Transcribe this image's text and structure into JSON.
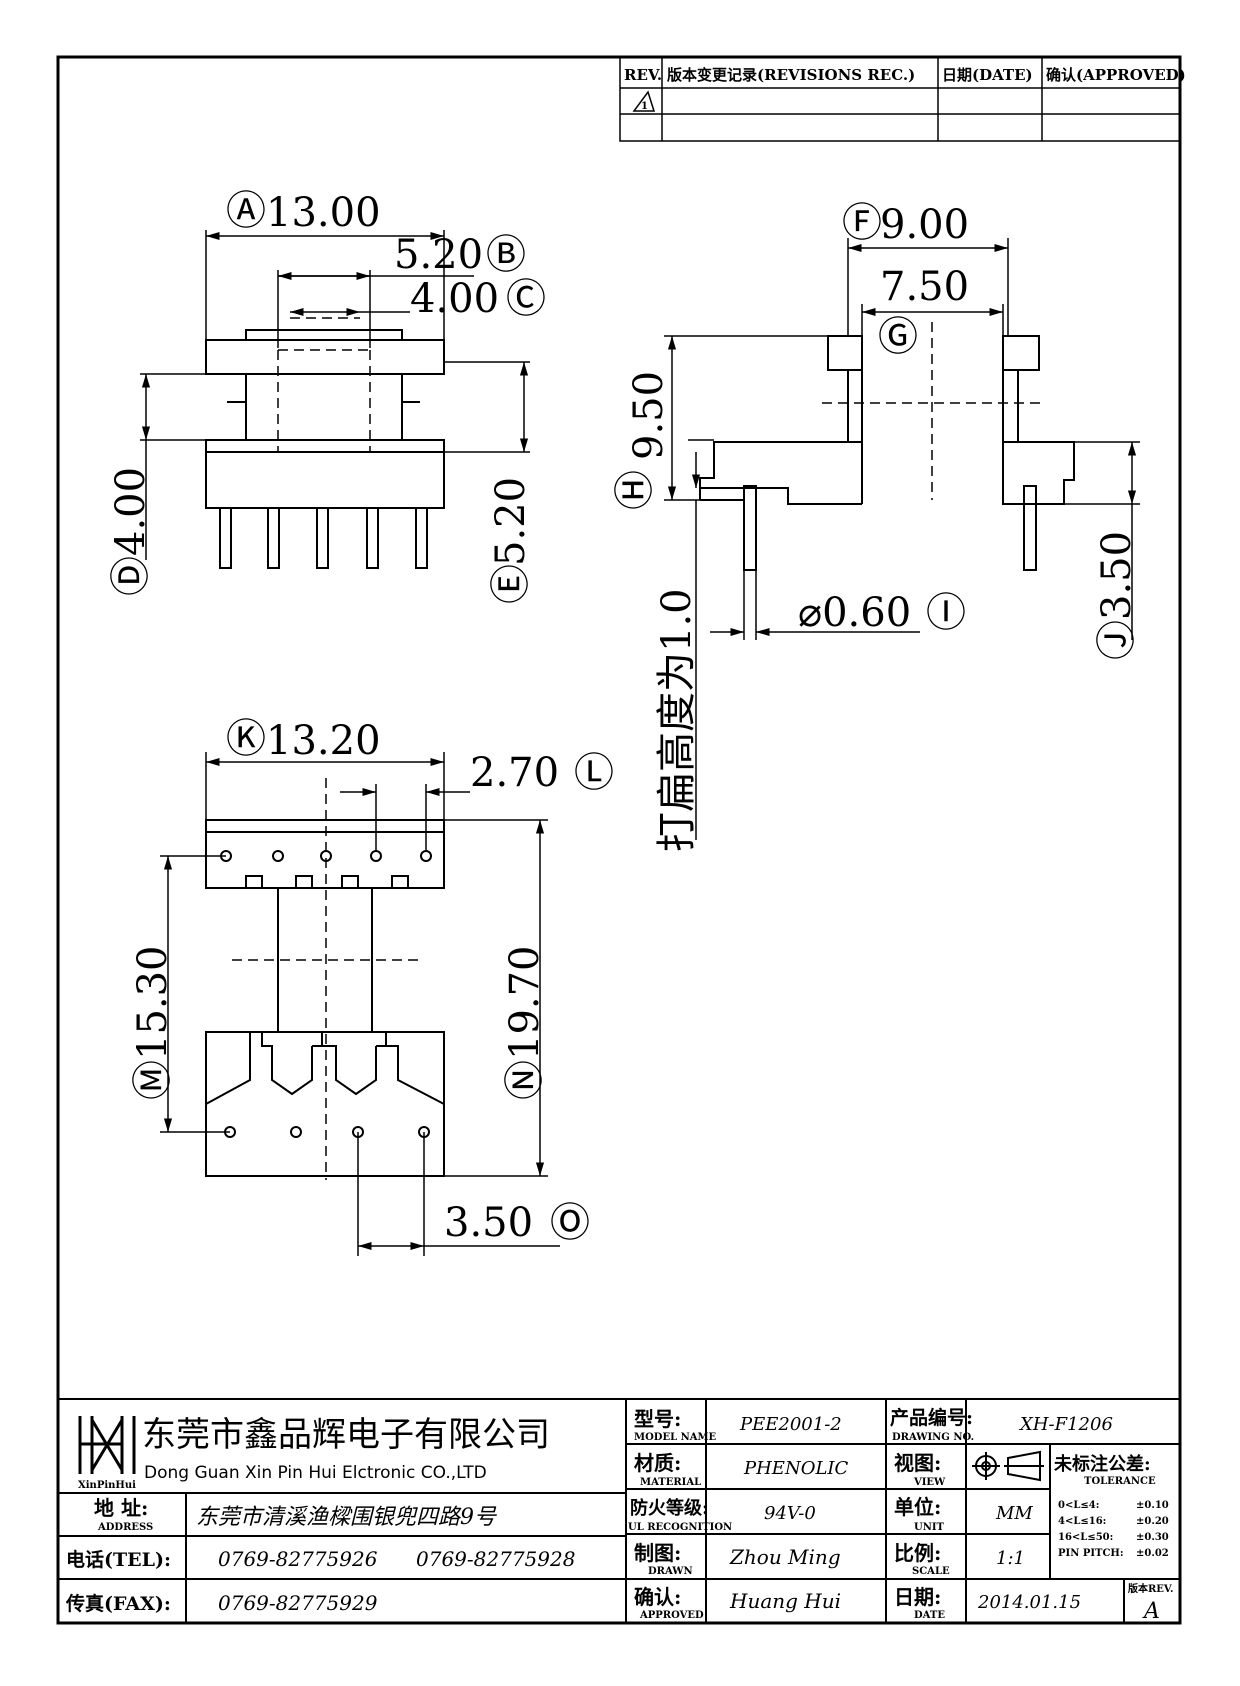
{
  "revision_table": {
    "headers": [
      "REV.",
      "版本变更记录(REVISIONS REC.)",
      "日期(DATE)",
      "确认(APPROVED)"
    ],
    "rev_mark": "1"
  },
  "top_view": {
    "A": {
      "label": "Ⓐ",
      "value": "13.00"
    },
    "B": {
      "label": "Ⓑ",
      "value": "5.20"
    },
    "C": {
      "label": "Ⓒ",
      "value": "4.00"
    },
    "D": {
      "label": "Ⓓ",
      "value": "4.00"
    },
    "E": {
      "label": "Ⓔ",
      "value": "5.20"
    }
  },
  "side_view": {
    "F": {
      "label": "Ⓕ",
      "value": "9.00"
    },
    "G": {
      "label": "Ⓖ",
      "value": "7.50"
    },
    "H": {
      "label": "Ⓗ",
      "value": "9.50"
    },
    "I": {
      "label": "Ⓘ",
      "value": "⌀0.60"
    },
    "J": {
      "label": "Ⓙ",
      "value": "3.50"
    },
    "note": "打扁高度为1.0"
  },
  "bottom_view": {
    "K": {
      "label": "Ⓚ",
      "value": "13.20"
    },
    "L": {
      "label": "Ⓛ",
      "value": "2.70"
    },
    "M": {
      "label": "Ⓜ",
      "value": "15.30"
    },
    "N": {
      "label": "Ⓝ",
      "value": "19.70"
    },
    "O": {
      "label": "Ⓞ",
      "value": "3.50"
    }
  },
  "title_block": {
    "company_cn": "东莞市鑫品辉电子有限公司",
    "company_en": "Dong Guan Xin Pin Hui Elctronic CO.,LTD",
    "logo_caption": "XinPinHui",
    "address_label": "地 址:",
    "address_label_en": "ADDRESS",
    "address": "东莞市清溪渔樑围银兜四路9号",
    "tel_label": "电话(TEL):",
    "tel1": "0769-82775926",
    "tel2": "0769-82775928",
    "fax_label": "传真(FAX):",
    "fax": "0769-82775929",
    "model_label": "型号:",
    "model_label_en": "MODEL NAME",
    "model": "PEE2001-2",
    "material_label": "材质:",
    "material_label_en": "MATERIAL",
    "material": "PHENOLIC",
    "flame_label": "防火等级:",
    "flame_label_en": "UL RECOGNITION",
    "flame": "94V-0",
    "drawn_label": "制图:",
    "drawn_label_en": "DRAWN",
    "drawn": "Zhou Ming",
    "approved_label": "确认:",
    "approved_label_en": "APPROVED",
    "approved": "Huang Hui",
    "drawing_no_label": "产品编号:",
    "drawing_no_label_en": "DRAWING NO.",
    "drawing_no": "XH-F1206",
    "view_label": "视图:",
    "view_label_en": "VIEW",
    "unit_label": "单位:",
    "unit_label_en": "UNIT",
    "unit": "MM",
    "scale_label": "比例:",
    "scale_label_en": "SCALE",
    "scale": "1:1",
    "date_label": "日期:",
    "date_label_en": "DATE",
    "date": "2014.01.15",
    "tolerance_label": "未标注公差:",
    "tolerance_label_en": "TOLERANCE",
    "tolerances": [
      {
        "range": "0<L≤4:",
        "value": "±0.10"
      },
      {
        "range": "4<L≤16:",
        "value": "±0.20"
      },
      {
        "range": "16<L≤50:",
        "value": "±0.30"
      },
      {
        "range": "PIN PITCH:",
        "value": "±0.02"
      }
    ],
    "rev_label": "版本REV.",
    "rev": "A"
  }
}
